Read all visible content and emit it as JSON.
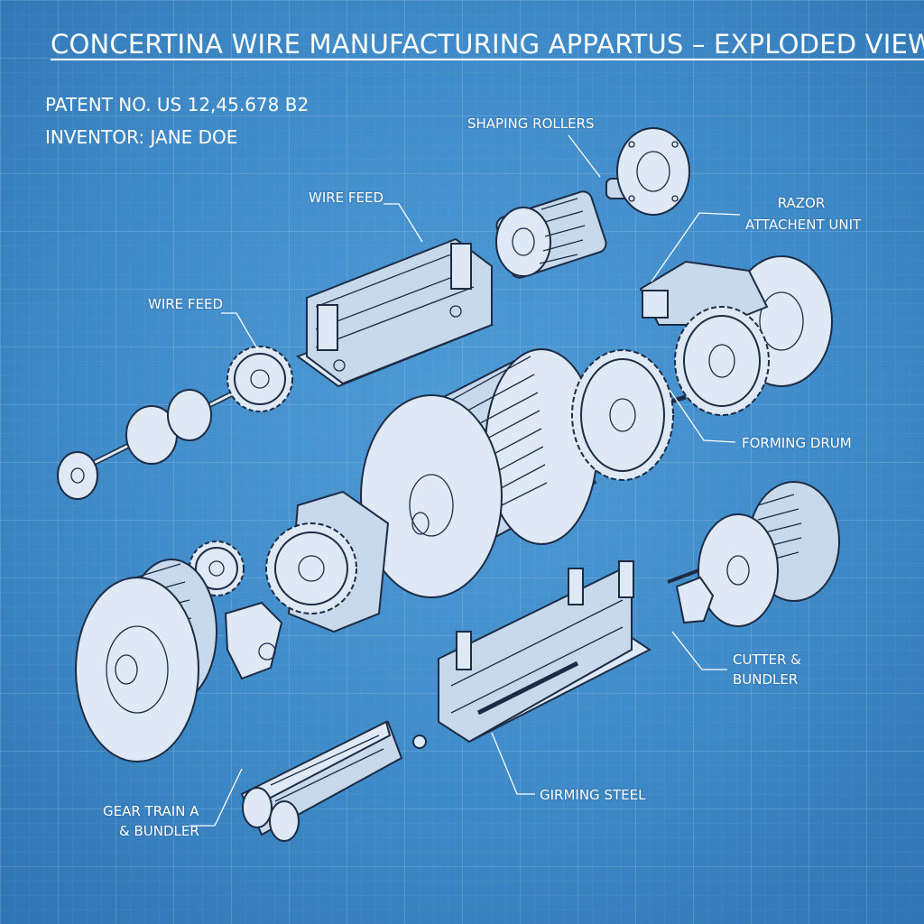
{
  "title": "CONCERTINA WIRE MANUFACTURING APPARTUS – EXPLODED VIEW",
  "patent": "PATENT NO. US 12,45.678 B2",
  "inventor": "INVENTOR: JANE DOE",
  "labels": {
    "shaping_rollers": "SHAPING ROLLERS",
    "wire_feed_top": "WIRE FEED",
    "razor_line1": "RAZOR",
    "razor_line2": "ATTACHENT UNIT",
    "wire_feed_left": "WIRE FEED",
    "forming_drum": "FORMING DRUM",
    "cutter_line1": "CUTTER &",
    "cutter_line2": "BUNDLER",
    "forming_steel": "GIRMING STEEL",
    "gear_train_line1": "GEAR TRAIN A",
    "gear_train_line2": "& BUNDLER"
  },
  "colors": {
    "background": "#3f8ac8",
    "linework": "#1b2c44",
    "part_fill": "#dfe9f5",
    "text": "#ffffff"
  }
}
